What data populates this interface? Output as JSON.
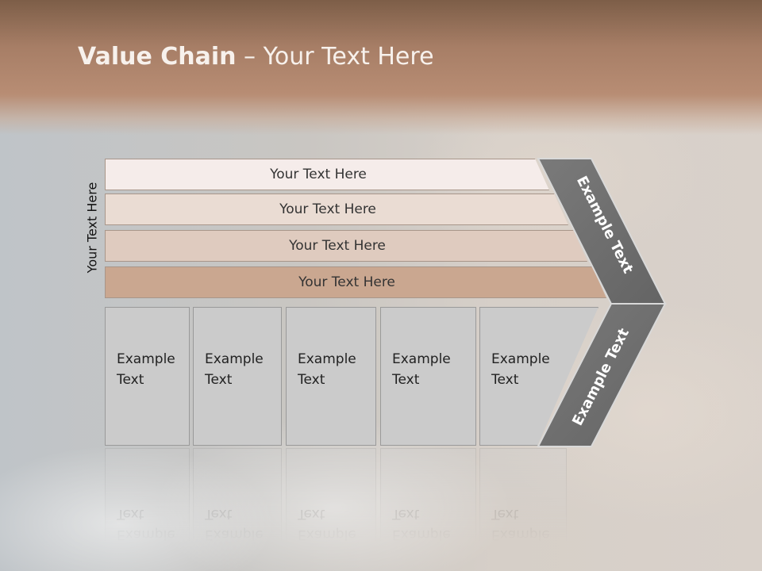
{
  "slide": {
    "title_bold": "Value Chain",
    "title_rest": " – Your Text Here",
    "side_label": "Your Text Here"
  },
  "bars": [
    {
      "label": "Your Text Here"
    },
    {
      "label": "Your Text Here"
    },
    {
      "label": "Your Text Here"
    },
    {
      "label": "Your Text Here"
    }
  ],
  "columns": [
    {
      "line1": "Example",
      "line2": "Text"
    },
    {
      "line1": "Example",
      "line2": "Text"
    },
    {
      "line1": "Example",
      "line2": "Text"
    },
    {
      "line1": "Example",
      "line2": "Text"
    },
    {
      "line1": "Example",
      "line2": "Text"
    }
  ],
  "chevron": {
    "upper_text": "Example Text",
    "lower_text": "Example Text"
  },
  "colors": {
    "chevron": "#757575",
    "column": "#cbcbcb",
    "bar_darkest": "#caa790"
  }
}
